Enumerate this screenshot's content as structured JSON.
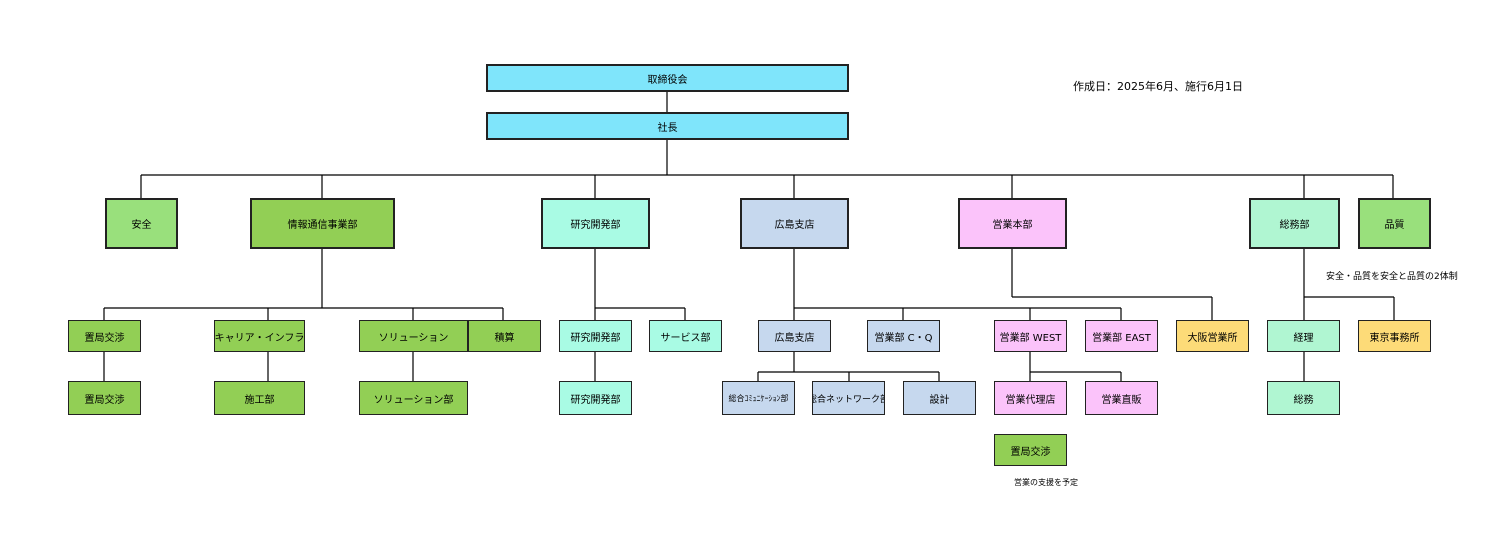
{
  "colors": {
    "cyan": "#7fe5fb",
    "green": "#99e07c",
    "olive": "#92cf55",
    "aqua": "#a9fbe4",
    "blue": "#c6d8ee",
    "pink": "#fbc3fa",
    "mint": "#b0f6d2",
    "yellow": "#fddb78",
    "line": "#000000"
  },
  "notes": {
    "date": "作成日：2025年6月、施行6月1日",
    "quality": "安全・品質を安全と品質の2体制",
    "sales_support": "営業の支援を予定"
  },
  "board": "取締役会",
  "president": "社長",
  "depts": {
    "safety": "安全",
    "ict": "情報通信事業部",
    "rnd": "研究開発部",
    "hiroshima": "広島支店",
    "sales_hq": "営業本部",
    "general": "総務部",
    "quality": "品質"
  },
  "ict_units": {
    "station": "置局交渉",
    "station_sub": "置局交渉",
    "carrier": "キャリア・インフラ",
    "construction": "施工部",
    "solution": "ソリューション",
    "solution_sub": "ソリューション部",
    "estimate": "積算"
  },
  "rnd_units": {
    "rnd": "研究開発部",
    "rnd_sub": "研究開発部",
    "service": "サービス部"
  },
  "hiroshima_units": {
    "branch": "広島支店",
    "comm": "総合ｺﾐｭﾆｹｰｼｮﾝ部",
    "network": "総合ネットワーク部",
    "design": "設計",
    "cq": "営業部 C・Q"
  },
  "sales_units": {
    "west": "営業部 WEST",
    "east": "営業部 EAST",
    "osaka": "大阪営業所",
    "agency": "営業代理店",
    "direct": "営業直販",
    "station": "置局交渉"
  },
  "general_units": {
    "accounting": "経理",
    "affairs": "総務",
    "tokyo": "東京事務所"
  }
}
